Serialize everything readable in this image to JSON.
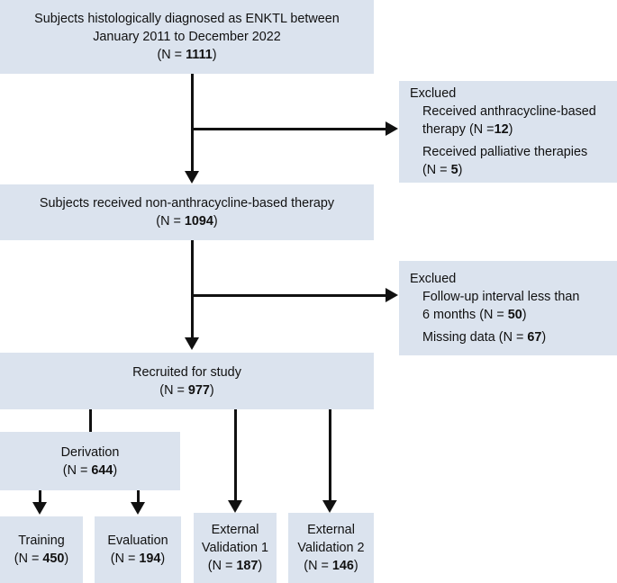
{
  "chart_data": {
    "type": "diagram",
    "title": "Study participant flow diagram (CONSORT-style)",
    "nodes": [
      {
        "id": "enrolled",
        "label": "Subjects histologically diagnosed as ENKTL between January 2011 to December 2022",
        "n": 1111
      },
      {
        "id": "non_anthracycline",
        "label": "Subjects received non-anthracycline-based therapy",
        "n": 1094
      },
      {
        "id": "recruited",
        "label": "Recruited for study",
        "n": 977
      },
      {
        "id": "derivation",
        "label": "Derivation",
        "n": 644
      },
      {
        "id": "training",
        "label": "Training",
        "n": 450
      },
      {
        "id": "evaluation",
        "label": "Evaluation",
        "n": 194
      },
      {
        "id": "ext_val_1",
        "label": "External Validation 1",
        "n": 187
      },
      {
        "id": "ext_val_2",
        "label": "External Validation 2",
        "n": 146
      },
      {
        "id": "excluded_1",
        "label": "Exclued",
        "reasons": [
          {
            "text": "Received anthracycline-based therapy",
            "n": 12
          },
          {
            "text": "Received palliative therapies",
            "n": 5
          }
        ]
      },
      {
        "id": "excluded_2",
        "label": "Exclued",
        "reasons": [
          {
            "text": "Follow-up interval less than 6 months",
            "n": 50
          },
          {
            "text": "Missing data",
            "n": 67
          }
        ]
      }
    ],
    "edges": [
      {
        "from": "enrolled",
        "to": "excluded_1"
      },
      {
        "from": "enrolled",
        "to": "non_anthracycline"
      },
      {
        "from": "non_anthracycline",
        "to": "excluded_2"
      },
      {
        "from": "non_anthracycline",
        "to": "recruited"
      },
      {
        "from": "recruited",
        "to": "derivation"
      },
      {
        "from": "recruited",
        "to": "ext_val_1"
      },
      {
        "from": "recruited",
        "to": "ext_val_2"
      },
      {
        "from": "derivation",
        "to": "training"
      },
      {
        "from": "derivation",
        "to": "evaluation"
      }
    ],
    "colors": {
      "node_fill": "#dbe3ee",
      "line": "#111111",
      "text": "#111111",
      "background": "#ffffff"
    }
  },
  "boxes": {
    "enrolled": {
      "line1": "Subjects histologically diagnosed as ENKTL between",
      "line2": "January 2011 to December 2022",
      "n_prefix": "(N = ",
      "n_value": "1111",
      "n_suffix": ")"
    },
    "non_anthracycline": {
      "line1": "Subjects received non-anthracycline-based therapy",
      "n_prefix": "(N = ",
      "n_value": "1094",
      "n_suffix": ")"
    },
    "recruited": {
      "line1": "Recruited for study",
      "n_prefix": "(N = ",
      "n_value": "977",
      "n_suffix": ")"
    },
    "derivation": {
      "line1": "Derivation",
      "n_prefix": "(N = ",
      "n_value": "644",
      "n_suffix": ")"
    },
    "training": {
      "line1": "Training",
      "n_prefix": "(N = ",
      "n_value": "450",
      "n_suffix": ")"
    },
    "evaluation": {
      "line1": "Evaluation",
      "n_prefix": "(N = ",
      "n_value": "194",
      "n_suffix": ")"
    },
    "ext_val_1": {
      "line1": "External",
      "line2": "Validation 1",
      "n_prefix": "(N = ",
      "n_value": "187",
      "n_suffix": ")"
    },
    "ext_val_2": {
      "line1": "External",
      "line2": "Validation 2",
      "n_prefix": "(N = ",
      "n_value": "146",
      "n_suffix": ")"
    },
    "excluded_1": {
      "heading": "Exclued",
      "reason1_line1": "Received anthracycline-based",
      "reason1_line2_prefix": "therapy (N =",
      "reason1_value": "12",
      "reason1_line2_suffix": ")",
      "reason2_line1": "Received palliative therapies",
      "reason2_line2_prefix": "(N = ",
      "reason2_value": "5",
      "reason2_line2_suffix": ")"
    },
    "excluded_2": {
      "heading": "Exclued",
      "reason1_line1": "Follow-up interval less than",
      "reason1_line2_prefix": "6 months (N = ",
      "reason1_value": "50",
      "reason1_line2_suffix": ")",
      "reason2_line1_prefix": "Missing data (N = ",
      "reason2_value": "67",
      "reason2_line1_suffix": ")"
    }
  }
}
